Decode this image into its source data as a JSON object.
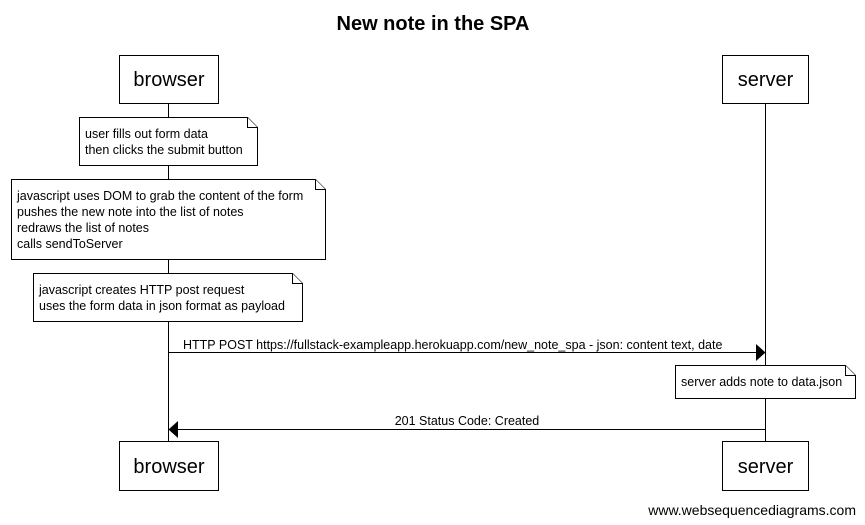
{
  "diagram": {
    "title": "New note in the SPA",
    "participants": [
      {
        "id": "browser",
        "label": "browser"
      },
      {
        "id": "server",
        "label": "server"
      }
    ],
    "notes": [
      {
        "participant": "browser",
        "lines": [
          "user fills out form data",
          "then clicks the submit button"
        ]
      },
      {
        "participant": "browser",
        "lines": [
          "javascript uses DOM to grab the content of the form",
          "pushes the new note into the list of notes",
          "redraws the list of notes",
          "calls sendToServer"
        ]
      },
      {
        "participant": "browser",
        "lines": [
          "javascript creates HTTP post request",
          "uses the form data in json format as payload"
        ]
      },
      {
        "participant": "server",
        "lines": [
          "server adds note to data.json"
        ]
      }
    ],
    "messages": [
      {
        "from": "browser",
        "to": "server",
        "label": "HTTP POST https://fullstack-exampleapp.herokuapp.com/new_note_spa - json: content text, date"
      },
      {
        "from": "server",
        "to": "browser",
        "label": "201 Status Code: Created"
      }
    ],
    "watermark": "www.websequencediagrams.com"
  }
}
